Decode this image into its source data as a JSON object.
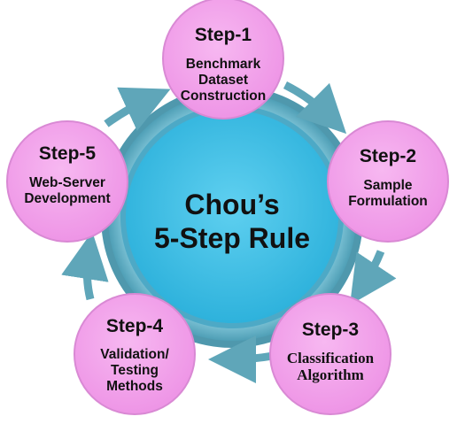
{
  "center": {
    "title_line1": "Chou’s",
    "title_line2": "5-Step Rule"
  },
  "steps": [
    {
      "title": "Step-1",
      "desc": [
        "Benchmark",
        "Dataset",
        "Construction"
      ]
    },
    {
      "title": "Step-2",
      "desc": [
        "Sample",
        "Formulation"
      ]
    },
    {
      "title": "Step-3",
      "desc": [
        "Classification",
        "Algorithm"
      ]
    },
    {
      "title": "Step-4",
      "desc": [
        "Validation/",
        "Testing",
        "Methods"
      ]
    },
    {
      "title": "Step-5",
      "desc": [
        "Web-Server",
        "Development"
      ]
    }
  ],
  "colors": {
    "step_fill": "#f2a6ec",
    "step_stroke": "#d678d2",
    "ring_outer": "#5ea9bf",
    "ring_inner": "#8fd3e6",
    "center_fill": "#3ec0e6",
    "arrow": "#5fa6b9"
  }
}
